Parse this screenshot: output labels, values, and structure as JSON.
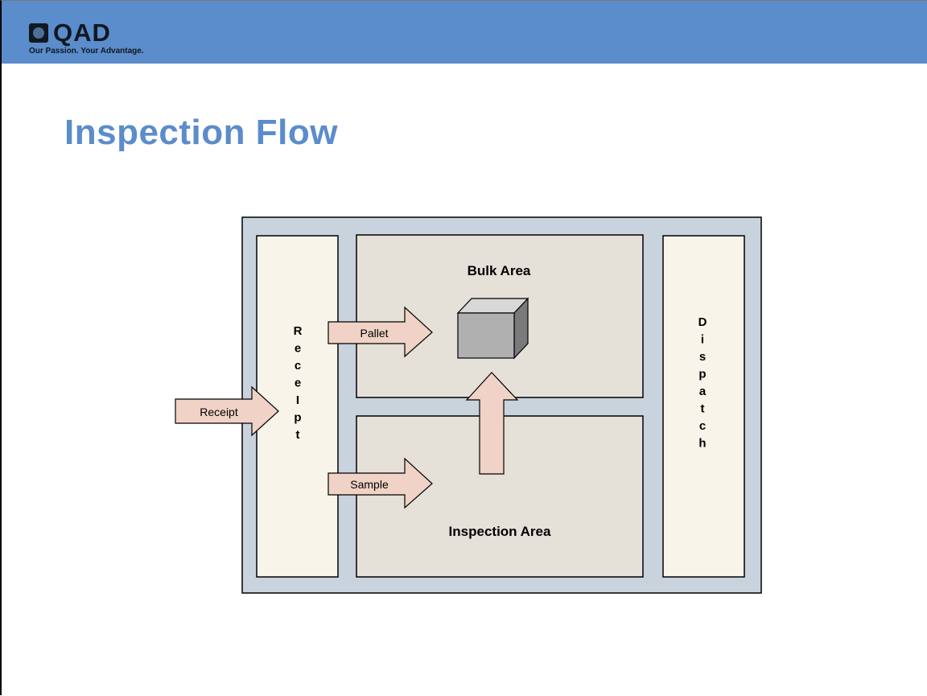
{
  "header": {
    "logo_text": "QAD",
    "tagline": "Our Passion. Your Advantage."
  },
  "title": "Inspection Flow",
  "diagram": {
    "bulk_area": "Bulk Area",
    "inspection_area": "Inspection Area",
    "receipt_column": [
      "R",
      "e",
      "c",
      "e",
      "I",
      "p",
      "t"
    ],
    "dispatch_column": [
      "D",
      "i",
      "s",
      "p",
      "a",
      "t",
      "c",
      "h"
    ],
    "arrows": {
      "receipt": "Receipt",
      "pallet": "Pallet",
      "sample": "Sample"
    },
    "colors": {
      "frame": "#c9d3de",
      "receipt_panel": "#f8f4ea",
      "area_panel": "#e5e0d8",
      "arrow_fill": "#f0d2c6",
      "box": "#b0b0b0"
    }
  }
}
